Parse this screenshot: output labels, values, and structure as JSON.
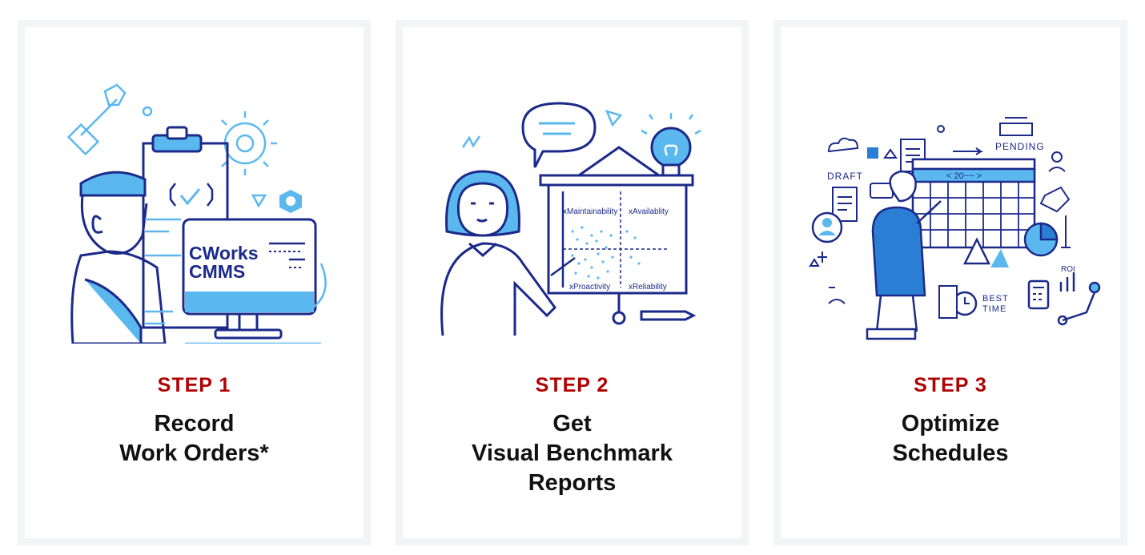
{
  "colors": {
    "accent_red": "#b00000",
    "navy": "#1b2a8a",
    "light_blue": "#5bb8ef",
    "mid_blue": "#2a7fd4",
    "card_border": "#f3f4f6"
  },
  "steps": [
    {
      "label": "STEP 1",
      "title_lines": [
        "Record",
        "Work Orders*"
      ],
      "illustration": {
        "screen_lines": [
          "CWorks",
          "CMMS"
        ]
      }
    },
    {
      "label": "STEP 2",
      "title_lines": [
        "Get",
        "Visual Benchmark",
        "Reports"
      ],
      "illustration": {
        "quadrants": {
          "top_left": "xMaintainability",
          "top_right": "xAvailablity",
          "bottom_left": "xProactivity",
          "bottom_right": "xReliability"
        }
      }
    },
    {
      "label": "STEP 3",
      "title_lines": [
        "Optimize",
        "Schedules"
      ],
      "illustration": {
        "tags": {
          "draft": "DRAFT",
          "pending": "PENDING",
          "month": "< 20~~ >",
          "best_time_1": "BEST",
          "best_time_2": "TIME",
          "roi": "ROI"
        }
      }
    }
  ]
}
